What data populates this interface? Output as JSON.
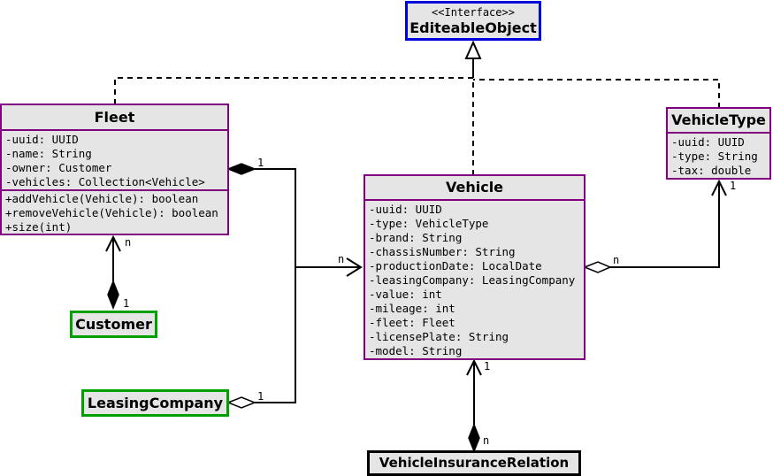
{
  "interface": {
    "stereotype": "<<Interface>>",
    "name": "EditeableObject"
  },
  "fleet": {
    "name": "Fleet",
    "attributes": [
      "-uuid: UUID",
      "-name: String",
      "-owner: Customer",
      "-vehicles: Collection<Vehicle>"
    ],
    "methods": [
      "+addVehicle(Vehicle): boolean",
      "+removeVehicle(Vehicle): boolean",
      "+size(int)"
    ]
  },
  "vehicle": {
    "name": "Vehicle",
    "attributes": [
      "-uuid: UUID",
      "-type: VehicleType",
      "-brand: String",
      "-chassisNumber: String",
      "-productionDate: LocalDate",
      "-leasingCompany: LeasingCompany",
      "-value: int",
      "-mileage: int",
      "-fleet: Fleet",
      "-licensePlate: String",
      "-model: String"
    ]
  },
  "vehicleType": {
    "name": "VehicleType",
    "attributes": [
      "-uuid: UUID",
      "-type: String",
      "-tax: double"
    ]
  },
  "customer": {
    "name": "Customer"
  },
  "leasingCompany": {
    "name": "LeasingCompany"
  },
  "insurance": {
    "name": "VehicleInsuranceRelation"
  },
  "multiplicities": {
    "fleet_vehicles_one": "1",
    "fleet_vehicles_many": "n",
    "fleet_customer_many": "n",
    "fleet_customer_one": "1",
    "leasing_one": "1",
    "vehicle_type_many": "n",
    "vehicle_type_one": "1",
    "insurance_one": "1",
    "insurance_many": "n"
  },
  "colors": {
    "class_border": "#800080",
    "external_border": "#00a000",
    "interface_border": "#0000dd",
    "fill": "#e5e5e5"
  }
}
